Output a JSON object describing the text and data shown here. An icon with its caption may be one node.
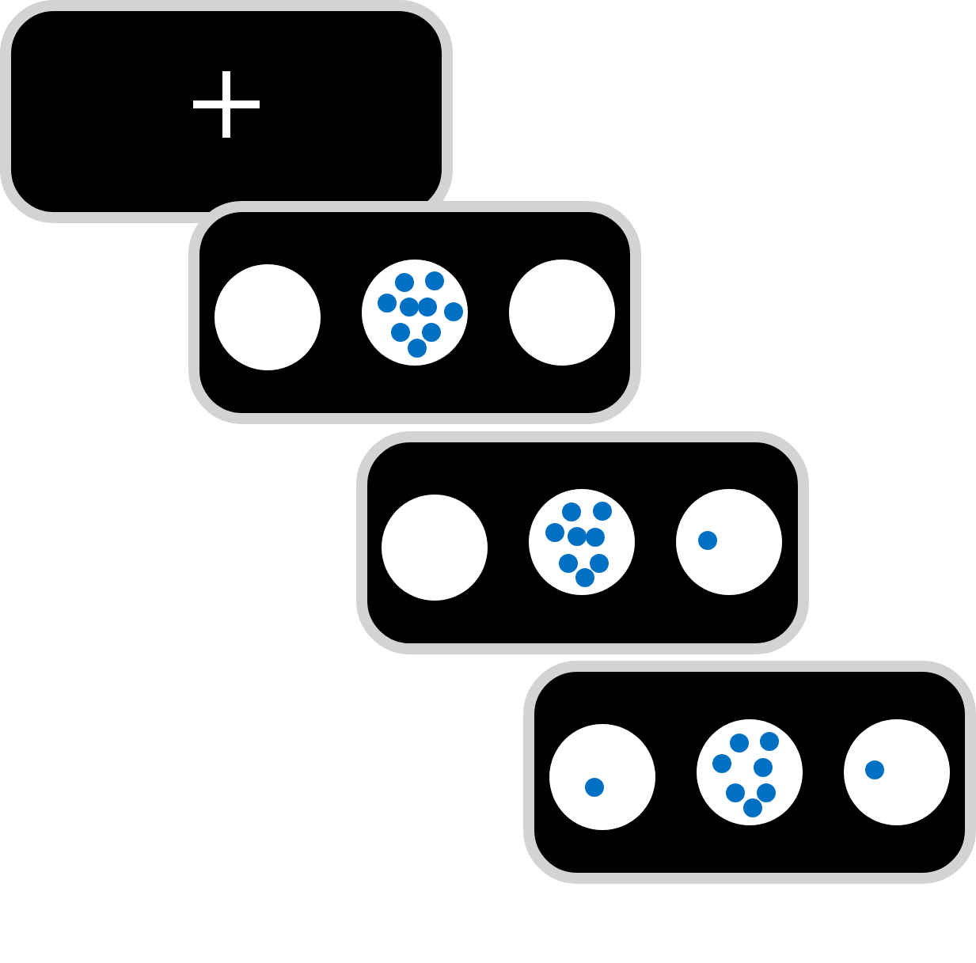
{
  "diagram": {
    "nodes": [
      {
        "text": [],
        "shape": "box"
      },
      {
        "text": [],
        "shape": "box"
      },
      {
        "text": [],
        "shape": "circle",
        "in": 1
      },
      {
        "text": [],
        "shape": "circle",
        "in": 1
      },
      {
        "text": [],
        "shape": "circle",
        "in": 1
      },
      {
        "text": [],
        "shape": "box"
      },
      {
        "text": [],
        "shape": "circle",
        "in": 5
      },
      {
        "text": [],
        "shape": "circle",
        "in": 5
      },
      {
        "text": [],
        "shape": "circle",
        "in": 5
      },
      {
        "text": [],
        "shape": "box"
      },
      {
        "text": [],
        "shape": "circle",
        "in": 9
      },
      {
        "text": [],
        "shape": "circle",
        "in": 9
      },
      {
        "text": [],
        "shape": "circle",
        "in": 9
      }
    ]
  }
}
